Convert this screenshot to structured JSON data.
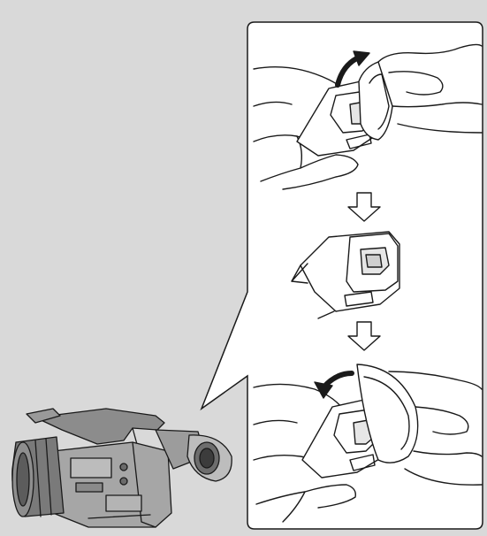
{
  "figure": {
    "background_color": "#d9d9d9",
    "panel_color": "#ffffff",
    "line_color": "#1a1a1a",
    "steps": [
      {
        "action": "remove-eyecup",
        "arrow": "curved-arrow-up-right"
      },
      {
        "action": "viewfinder-without-eyecup",
        "arrow": "down-arrow"
      },
      {
        "action": "attach-eyecup",
        "arrow": "curved-arrow-left"
      }
    ],
    "icons": [
      "camcorder-icon",
      "hand-icon",
      "eyecup-icon",
      "viewfinder-icon",
      "down-arrow-icon",
      "curved-arrow-icon"
    ]
  }
}
